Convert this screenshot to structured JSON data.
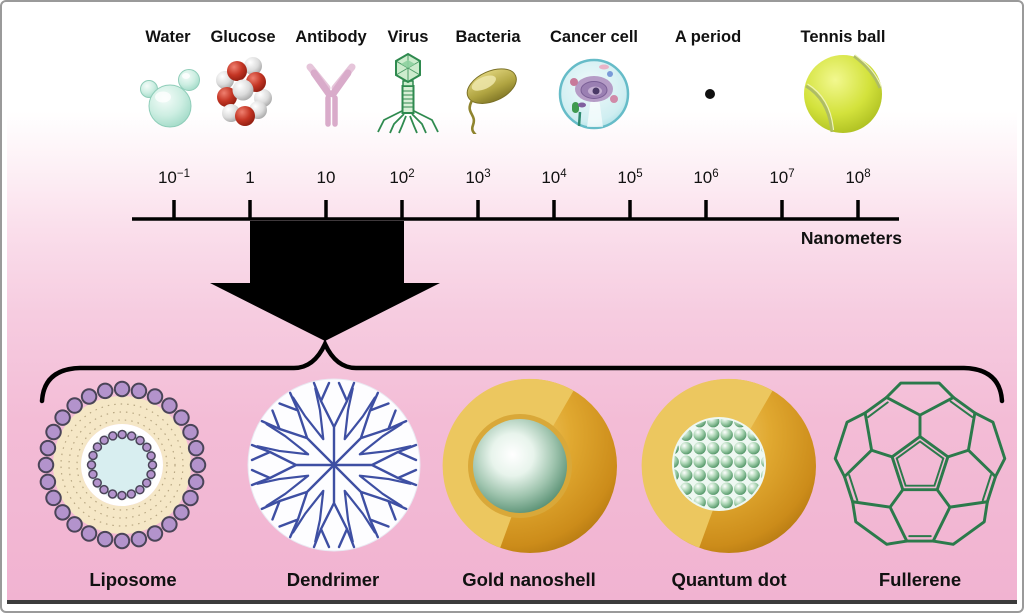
{
  "scale_objects": [
    {
      "label": "Water",
      "icon": "water-molecule-icon"
    },
    {
      "label": "Glucose",
      "icon": "glucose-molecule-icon"
    },
    {
      "label": "Antibody",
      "icon": "antibody-icon"
    },
    {
      "label": "Virus",
      "icon": "virus-icon"
    },
    {
      "label": "Bacteria",
      "icon": "bacteria-icon"
    },
    {
      "label": "Cancer cell",
      "icon": "cancer-cell-icon"
    },
    {
      "label": "A period",
      "icon": "period-dot-icon"
    },
    {
      "label": "Tennis ball",
      "icon": "tennis-ball-icon"
    }
  ],
  "scale": {
    "unit_label": "Nanometers",
    "ticks": [
      {
        "base": "10",
        "sup": "−1"
      },
      {
        "base": "1",
        "sup": ""
      },
      {
        "base": "10",
        "sup": ""
      },
      {
        "base": "10",
        "sup": "2"
      },
      {
        "base": "10",
        "sup": "3"
      },
      {
        "base": "10",
        "sup": "4"
      },
      {
        "base": "10",
        "sup": "5"
      },
      {
        "base": "10",
        "sup": "6"
      },
      {
        "base": "10",
        "sup": "7"
      },
      {
        "base": "10",
        "sup": "8"
      }
    ]
  },
  "nanoparticles": [
    {
      "label": "Liposome",
      "icon": "liposome-icon"
    },
    {
      "label": "Dendrimer",
      "icon": "dendrimer-icon"
    },
    {
      "label": "Gold nanoshell",
      "icon": "gold-nanoshell-icon"
    },
    {
      "label": "Quantum dot",
      "icon": "quantum-dot-icon"
    },
    {
      "label": "Fullerene",
      "icon": "fullerene-icon"
    }
  ],
  "colors": {
    "background_pink": "#f1b3d1",
    "axis_black": "#000000",
    "gold": "#d89b25",
    "liposome_purple": "#b393cc",
    "dendrimer_blue": "#3e4fa3",
    "fullerene_green": "#2b7a4b",
    "nanoshell_core_green": "#5e9478"
  }
}
